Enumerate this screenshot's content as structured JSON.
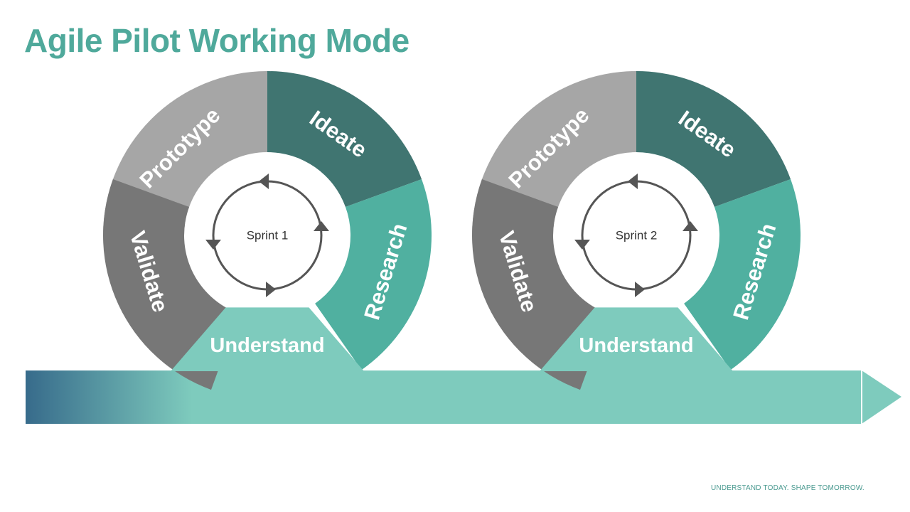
{
  "title": "Agile Pilot Working Mode",
  "tagline": "UNDERSTAND TODAY. SHAPE TOMORROW.",
  "phases": {
    "prototype": "Prototype",
    "ideate": "Ideate",
    "research": "Research",
    "understand": "Understand",
    "validate": "Validate"
  },
  "sprints": [
    "Sprint 1",
    "Sprint 2"
  ],
  "colors": {
    "title": "#4fa99b",
    "prototype": "#a6a6a6",
    "ideate": "#407571",
    "research": "#50b0a0",
    "understand": "#7ecbbd",
    "validate": "#777777",
    "arrow": "#7ecbbd",
    "arrow_start": "#376b8b",
    "cycle": "#555555"
  }
}
